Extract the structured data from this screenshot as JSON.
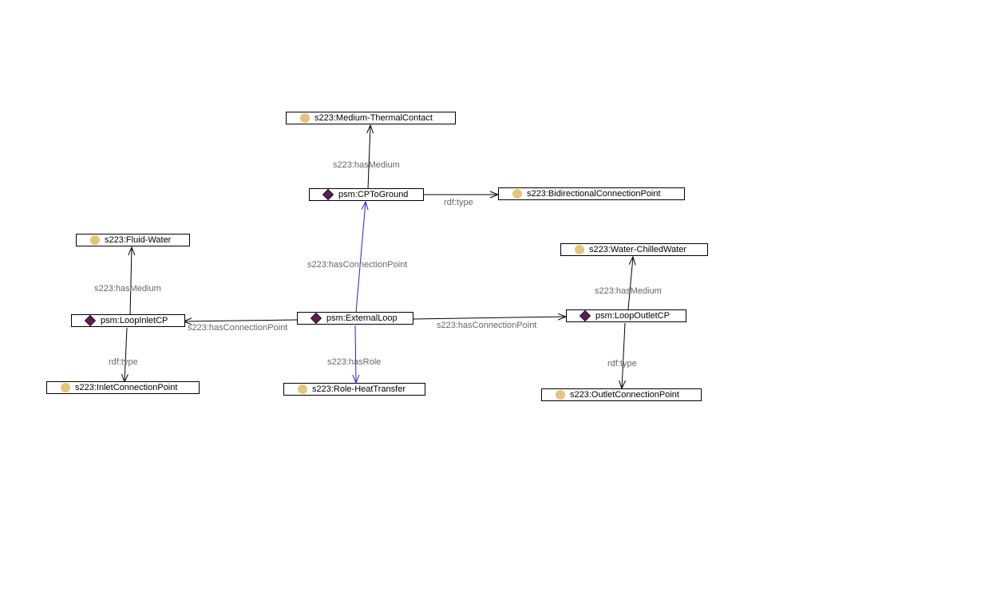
{
  "colors": {
    "class_marker": "#e3c57c",
    "individual_marker": "#5a1e55",
    "edge_default": "#000000",
    "edge_highlight": "#2222dd",
    "edge_label": "#666666"
  },
  "nodes": {
    "medium_thermal": {
      "label": "s223:Medium-ThermalContact",
      "kind": "class",
      "icon": "class-circle-icon"
    },
    "cp_to_ground": {
      "label": "psm:CPToGround",
      "kind": "individual",
      "icon": "individual-diamond-icon"
    },
    "bidirectional_cp": {
      "label": "s223:BidirectionalConnectionPoint",
      "kind": "class",
      "icon": "class-circle-icon"
    },
    "fluid_water": {
      "label": "s223:Fluid-Water",
      "kind": "class",
      "icon": "class-circle-icon"
    },
    "loop_inlet_cp": {
      "label": "psm:LoopInletCP",
      "kind": "individual",
      "icon": "individual-diamond-icon"
    },
    "inlet_cp": {
      "label": "s223:InletConnectionPoint",
      "kind": "class",
      "icon": "class-circle-icon"
    },
    "external_loop": {
      "label": "psm:ExternalLoop",
      "kind": "individual",
      "icon": "individual-diamond-icon"
    },
    "role_heat_transfer": {
      "label": "s223:Role-HeatTransfer",
      "kind": "class",
      "icon": "class-circle-icon"
    },
    "water_chilled": {
      "label": "s223:Water-ChilledWater",
      "kind": "class",
      "icon": "class-circle-icon"
    },
    "loop_outlet_cp": {
      "label": "psm:LoopOutletCP",
      "kind": "individual",
      "icon": "individual-diamond-icon"
    },
    "outlet_cp": {
      "label": "s223:OutletConnectionPoint",
      "kind": "class",
      "icon": "class-circle-icon"
    }
  },
  "edges": [
    {
      "id": "e1",
      "from": "cp_to_ground",
      "to": "medium_thermal",
      "label": "s223:hasMedium",
      "highlight": false
    },
    {
      "id": "e2",
      "from": "cp_to_ground",
      "to": "bidirectional_cp",
      "label": "rdf:type",
      "highlight": false
    },
    {
      "id": "e3",
      "from": "external_loop",
      "to": "cp_to_ground",
      "label": "s223:hasConnectionPoint",
      "highlight": true
    },
    {
      "id": "e4",
      "from": "loop_inlet_cp",
      "to": "fluid_water",
      "label": "s223:hasMedium",
      "highlight": false
    },
    {
      "id": "e5",
      "from": "loop_inlet_cp",
      "to": "inlet_cp",
      "label": "rdf:type",
      "highlight": false
    },
    {
      "id": "e6",
      "from": "external_loop",
      "to": "loop_inlet_cp",
      "label": "s223:hasConnectionPoint",
      "highlight": false
    },
    {
      "id": "e7",
      "from": "external_loop",
      "to": "loop_outlet_cp",
      "label": "s223:hasConnectionPoint",
      "highlight": false
    },
    {
      "id": "e8",
      "from": "external_loop",
      "to": "role_heat_transfer",
      "label": "s223:hasRole",
      "highlight": true
    },
    {
      "id": "e9",
      "from": "loop_outlet_cp",
      "to": "water_chilled",
      "label": "s223:hasMedium",
      "highlight": false
    },
    {
      "id": "e10",
      "from": "loop_outlet_cp",
      "to": "outlet_cp",
      "label": "rdf:type",
      "highlight": false
    }
  ]
}
